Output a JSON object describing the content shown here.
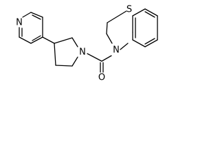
{
  "molecule": {
    "atoms": {
      "pyridine_n": "N",
      "pyrrolidine_n": "N",
      "carbonyl_o": "O",
      "thiazine_n": "N",
      "thiazine_s": "S"
    }
  }
}
